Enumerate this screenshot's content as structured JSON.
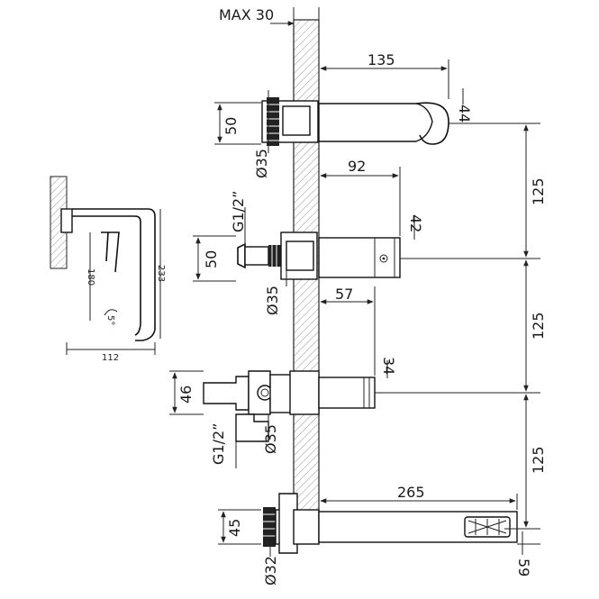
{
  "labels": {
    "max_wall": "MAX 30",
    "spout_len": "135",
    "spout_h": "44",
    "spout_body_h": "50",
    "spout_dia": "Ø35",
    "valve_len": "92",
    "valve_h": "42",
    "valve_thread": "G1/2”",
    "valve_body_h": "50",
    "valve_dia": "Ø35",
    "div_len": "57",
    "div_h": "34",
    "div_body_h": "46",
    "div_thread": "G1/2”",
    "div_dia": "Ø35",
    "hs_len": "265",
    "hs_h": "59",
    "hs_body_h": "45",
    "hs_dia": "Ø32",
    "spacing_1": "125",
    "spacing_2": "125",
    "spacing_3": "125",
    "side_height": "233",
    "side_height_inner": "180",
    "side_angle": "5°",
    "side_depth": "112"
  }
}
